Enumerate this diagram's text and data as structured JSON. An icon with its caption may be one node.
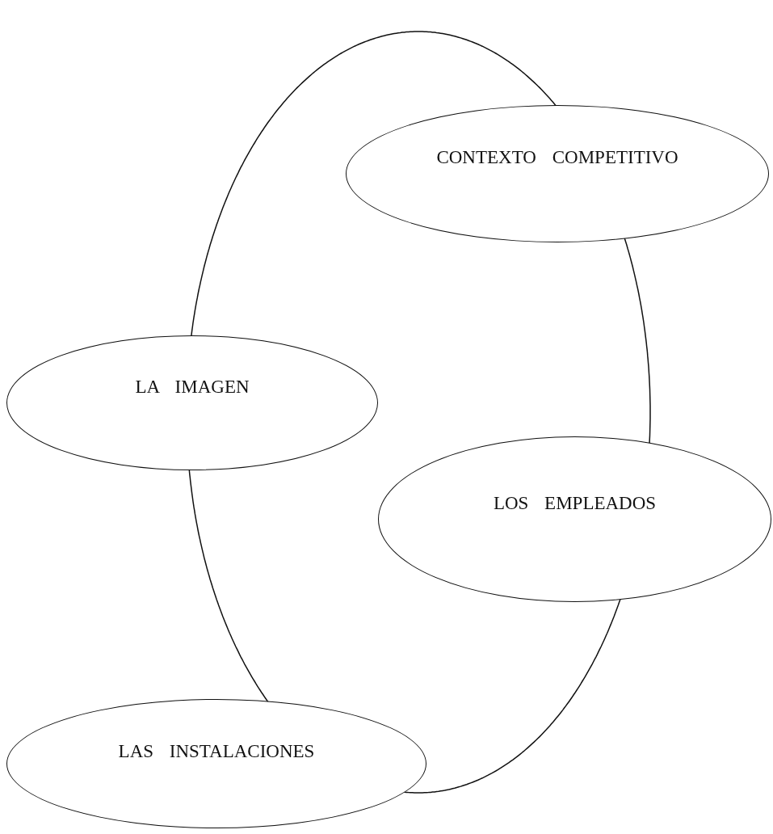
{
  "diagram": {
    "nodes": [
      {
        "text": [
          "CONTEXTO COMPETITIVO"
        ]
      },
      {
        "text": [
          "LA IMAGEN"
        ]
      },
      {
        "text": [
          "LOS EMPLEADOS"
        ]
      },
      {
        "text": [
          "LAS INSTALACIONES"
        ]
      }
    ],
    "edges": [
      {
        "from": 0,
        "to": 2,
        "arrow": "none"
      },
      {
        "from": 2,
        "to": 3,
        "arrow": "none"
      },
      {
        "from": 3,
        "to": 1,
        "arrow": "none"
      },
      {
        "from": 1,
        "to": 0,
        "arrow": "none"
      }
    ]
  }
}
